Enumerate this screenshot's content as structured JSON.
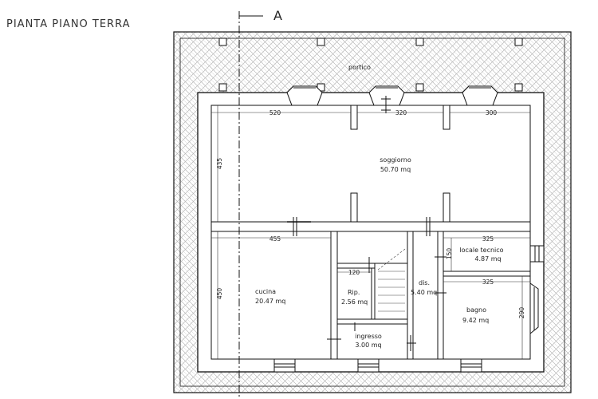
{
  "title": "PIANTA PIANO TERRA",
  "section_marker": "A",
  "porch_label": "portico",
  "rooms": {
    "soggiorno": {
      "name": "soggiorno",
      "area": "50.70 mq"
    },
    "cucina": {
      "name": "cucina",
      "area": "20.47 mq"
    },
    "ripostiglio": {
      "name": "Rip.",
      "area": "2.56 mq"
    },
    "disimpegno": {
      "name": "dis.",
      "area": "5.40 mq"
    },
    "locale_tecnico": {
      "name": "locale tecnico",
      "area": "4.87 mq"
    },
    "bagno": {
      "name": "bagno",
      "area": "9.42 mq"
    },
    "ingresso": {
      "name": "ingresso",
      "area": "3.00 mq"
    }
  },
  "dimensions": {
    "soggiorno_w1": "520",
    "soggiorno_w2": "320",
    "soggiorno_w3": "300",
    "soggiorno_h": "435",
    "cucina_w": "455",
    "cucina_h": "450",
    "rip_w": "120",
    "locale_w": "325",
    "locale_h": "150",
    "bagno_w": "325",
    "bagno_h": "290"
  },
  "colors": {
    "wall": "#111111",
    "hatch": "#b5b5b5",
    "paper": "#ffffff"
  }
}
